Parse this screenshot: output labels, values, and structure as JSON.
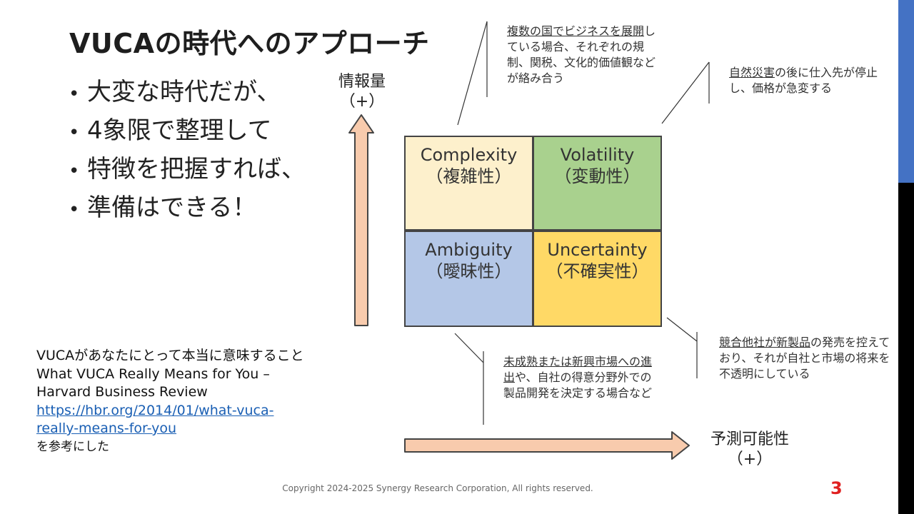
{
  "slide": {
    "title": "VUCAの時代へのアプローチ",
    "bullets": [
      "大変な時代だが、",
      "4象限で整理して",
      "特徴を把握すれば、",
      "準備はできる！"
    ],
    "bullet_glyph": "•"
  },
  "axes": {
    "y_label_1": "情報量",
    "y_label_2": "（+）",
    "x_label_1": "予測可能性",
    "x_label_2": "（+）"
  },
  "quadrants": {
    "complexity": {
      "en": "Complexity",
      "jp": "（複雑性）",
      "color": "#fdf0cc"
    },
    "volatility": {
      "en": "Volatility",
      "jp": "（変動性）",
      "color": "#a9d18e"
    },
    "ambiguity": {
      "en": "Ambiguity",
      "jp": "（曖昧性）",
      "color": "#b4c7e7"
    },
    "uncertainty": {
      "en": "Uncertainty",
      "jp": "（不確実性）",
      "color": "#ffd966"
    }
  },
  "notes": {
    "complexity": {
      "underlined": "複数の国でビジネスを展開",
      "rest": "している場合、それぞれの規制、関税、文化的価値観などが絡み合う"
    },
    "volatility": {
      "underlined": "自然災害",
      "rest": "の後に仕入先が停止し、価格が急変する"
    },
    "ambiguity": {
      "underlined": "未成熟または新興市場への進出",
      "rest": "や、自社の得意分野外での製品開発を決定する場合など"
    },
    "uncertainty": {
      "underlined": "競合他社が新製品",
      "rest": "の発売を控えており、それが自社と市場の将来を不透明にしている"
    }
  },
  "reference": {
    "line1": "VUCAがあなたにとって本当に意味すること",
    "line2": "What VUCA Really Means for You –",
    "line3": "Harvard Business Review",
    "link1": "https://hbr.org/2014/01/what-vuca-",
    "link2": "really-means-for-you",
    "line4": "を参考にした"
  },
  "footer": {
    "copyright": "Copyright 2024-2025 Synergy Research Corporation, All rights reserved.",
    "page_number": "3"
  },
  "colors": {
    "arrow_fill": "#f8cbad",
    "accent_blue": "#4472c4",
    "page_number_red": "#e02020",
    "link_blue": "#1a5fb4"
  }
}
